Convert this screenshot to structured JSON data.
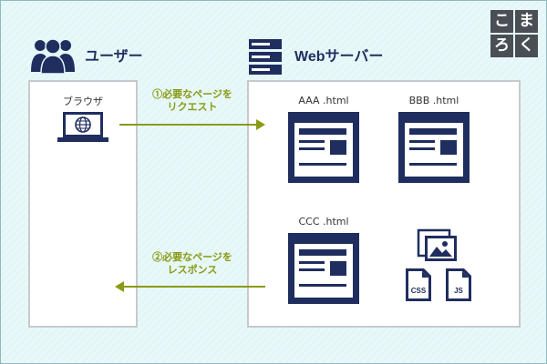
{
  "user_header": "ユーザー",
  "server_header": "Webサーバー",
  "browser_label": "ブラウザ",
  "request_arrow": {
    "line1": "①必要なページを",
    "line2": "リクエスト"
  },
  "response_arrow": {
    "line1": "②必要なページを",
    "line2": "レスポンス"
  },
  "pages": [
    {
      "label": "AAA .html"
    },
    {
      "label": "BBB .html"
    },
    {
      "label": "CCC .html"
    }
  ],
  "file_icons": {
    "css": "CSS",
    "js": "JS"
  },
  "logo_chars": [
    "こ",
    "ま",
    "ろ",
    "く"
  ],
  "icons": {
    "users": "users-icon",
    "server": "server-icon",
    "laptop": "laptop-globe-icon",
    "web_page": "web-page-icon",
    "image": "image-icon",
    "css_file": "css-file-icon",
    "js_file": "js-file-icon"
  },
  "colors": {
    "navy": "#1f2e5f",
    "arrow_olive": "#8a9a14",
    "background": "#e3f6f7",
    "panel_border": "#c6cacd"
  }
}
